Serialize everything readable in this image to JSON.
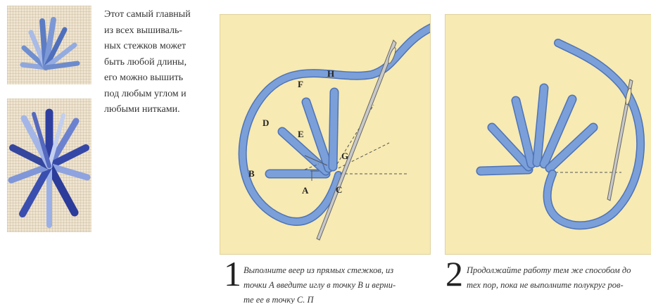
{
  "intro_text": "Этот самый главный\nиз всех вышиваль-\nных стежков может\nбыть любой длины,\nего можно вышить\nпод любым углом и\nлюбыми нитками.",
  "diagram1": {
    "labels": {
      "A": "A",
      "B": "B",
      "C": "C",
      "D": "D",
      "E": "E",
      "F": "F",
      "G": "G",
      "H": "H"
    }
  },
  "steps": [
    {
      "number": "1",
      "text": "Выполните веер из прямых стежков, из\nточки А введите иглу в точку В и верни-\nте ее в точку С. П"
    },
    {
      "number": "2",
      "text": "Продолжайте работу тем же способом до\nтех пор, пока не выполните полукруг ров-"
    }
  ],
  "colors": {
    "thread": "#7b9fd8",
    "thread_dark": "#4d73b8",
    "panel_bg": "#f7eab2",
    "fabric": "#efe4cf",
    "embroidery_dark": "#2f3fa0"
  }
}
